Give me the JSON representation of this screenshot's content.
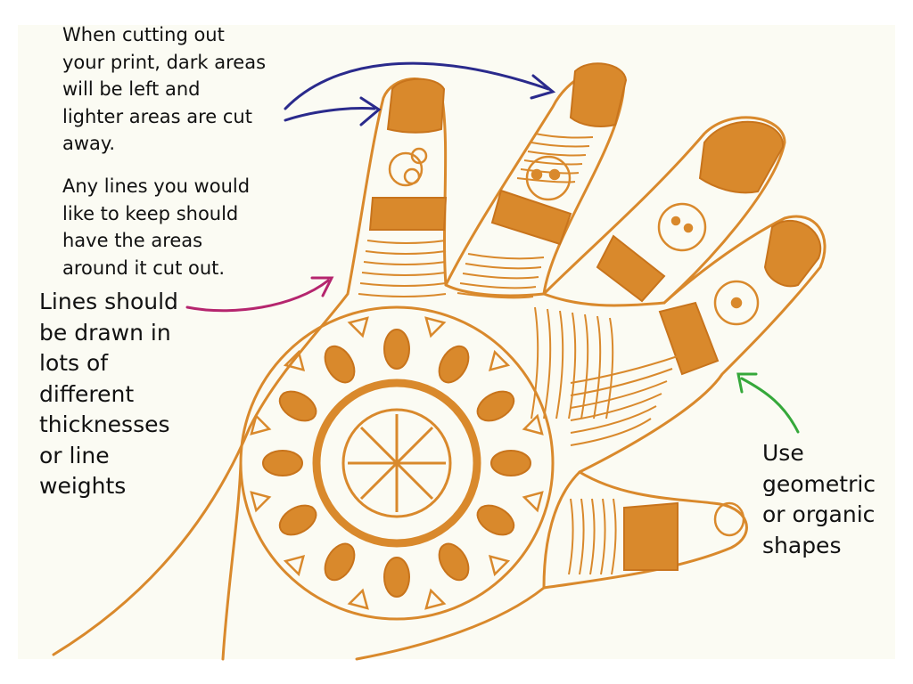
{
  "annotations": {
    "cutting": "When cutting out\nyour print, dark areas\nwill be left and\nlighter areas are cut\naway.",
    "keep_lines": "Any lines you would\nlike to keep should\nhave the areas\naround it cut out.",
    "thickness": "Lines should\nbe drawn in\nlots of\ndifferent\nthicknesses\nor line\nweights",
    "shapes": "Use\ngeometric\nor organic\nshapes"
  },
  "colors": {
    "henna": "#d9892c",
    "henna_dark": "#c8741c",
    "arrow_blue": "#2a2a8c",
    "arrow_magenta": "#b5256e",
    "arrow_green": "#35a83a"
  }
}
